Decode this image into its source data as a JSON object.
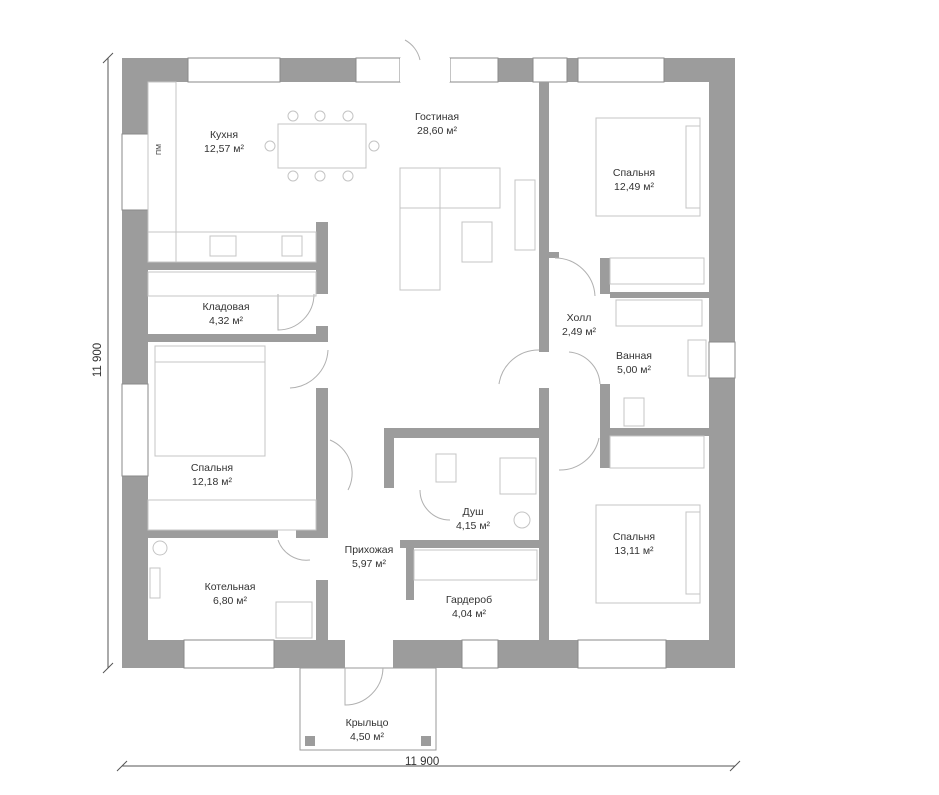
{
  "rooms": {
    "kitchen": {
      "name": "Кухня",
      "area": "12,57 м²"
    },
    "living": {
      "name": "Гостиная",
      "area": "28,60 м²"
    },
    "bedroom1": {
      "name": "Спальня",
      "area": "12,49 м²"
    },
    "pantry": {
      "name": "Кладовая",
      "area": "4,32 м²"
    },
    "hall": {
      "name": "Холл",
      "area": "2,49 м²"
    },
    "bathroom": {
      "name": "Ванная",
      "area": "5,00 м²"
    },
    "bedroom2": {
      "name": "Спальня",
      "area": "12,18 м²"
    },
    "shower": {
      "name": "Душ",
      "area": "4,15 м²"
    },
    "bedroom3": {
      "name": "Спальня",
      "area": "13,11 м²"
    },
    "entry": {
      "name": "Прихожая",
      "area": "5,97 м²"
    },
    "boiler": {
      "name": "Котельная",
      "area": "6,80 м²"
    },
    "wardrobe": {
      "name": "Гардероб",
      "area": "4,04 м²"
    },
    "porch": {
      "name": "Крыльцо",
      "area": "4,50 м²"
    }
  },
  "fixtures": {
    "fridge_label": "ПМ"
  },
  "dimensions": {
    "width": "11 900",
    "height": "11 900"
  },
  "colors": {
    "wall": "#9c9c9c",
    "furniture": "#c4c4c4",
    "text": "#333333"
  }
}
